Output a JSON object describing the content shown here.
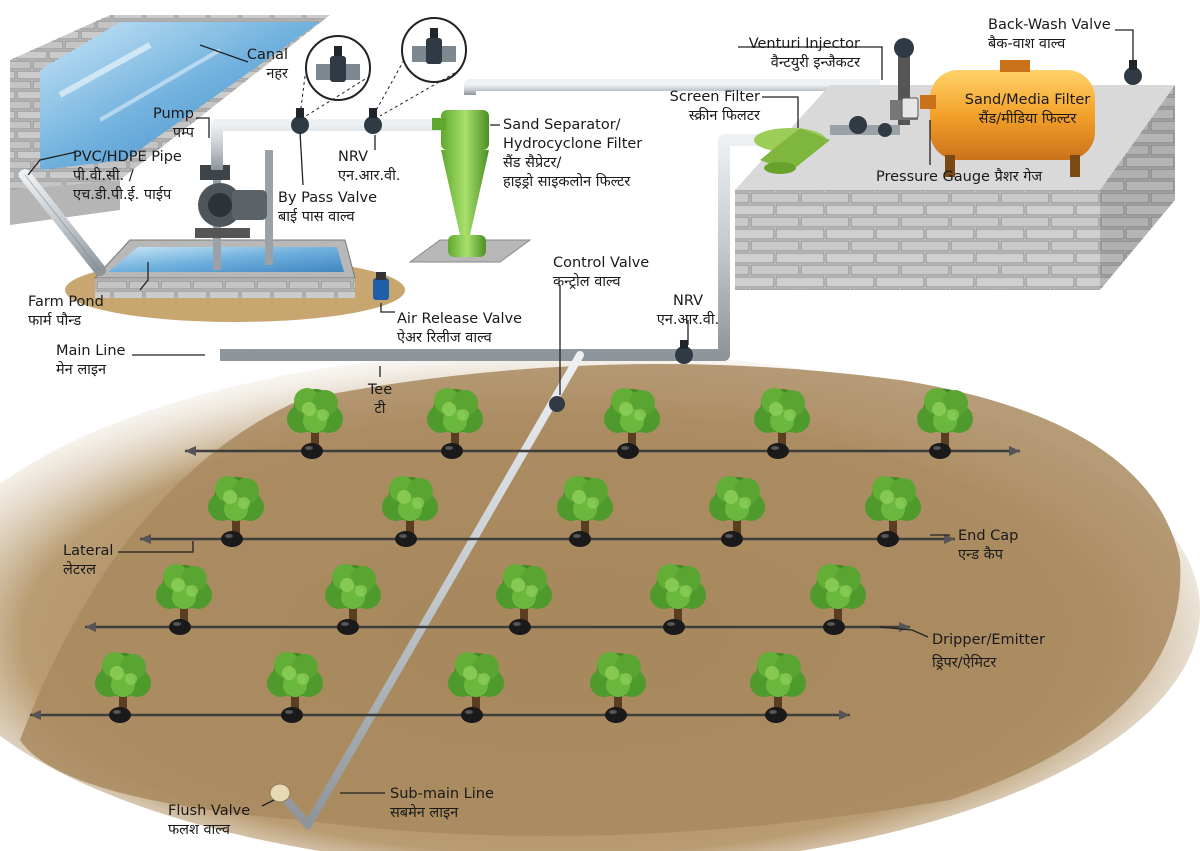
{
  "colors": {
    "soil": "#b5976a",
    "soil_dark": "#8f7048",
    "pipe": "#c7cdd2",
    "pipe_edge": "#7f8890",
    "water": "#7ab7e0",
    "wall": "#d4d4d4",
    "filter_orange": "#f0a22c",
    "hydrocyclone": "#8fcf55",
    "leaf": "#4f9a2c"
  },
  "labels": {
    "canal": {
      "en": "Canal",
      "hi": "नहर"
    },
    "pump": {
      "en": "Pump",
      "hi": "पम्प"
    },
    "pvc_pipe": {
      "en": "PVC/HDPE Pipe",
      "hi1": "पी.वी.सी. /",
      "hi2": "एच.डी.पी.ई. पाईप"
    },
    "by_pass_valve": {
      "en": "By Pass Valve",
      "hi": "बाई पास वाल्व"
    },
    "nrv_top": {
      "en": "NRV",
      "hi": "एन.आर.वी."
    },
    "sand_separator": {
      "en1": "Sand Separator/",
      "en2": "Hydrocyclone Filter",
      "hi1": "सैंड सैप्रेटर/",
      "hi2": "हाइड्रो साइकलोन फिल्टर"
    },
    "venturi": {
      "en": "Venturi Injector",
      "hi": "वैन्टयुरी इन्जैकटर"
    },
    "back_wash": {
      "en": "Back-Wash Valve",
      "hi": "बैक-वाश वाल्व"
    },
    "screen_filter": {
      "en": "Screen Filter",
      "hi": "स्क्रीन फिलटर"
    },
    "sand_media": {
      "en": "Sand/Media Filter",
      "hi": "सैंड/मीडिया फिल्टर"
    },
    "pressure_gauge": {
      "en": "Pressure Gauge",
      "hi": "प्रैशर गेज"
    },
    "farm_pond": {
      "en": "Farm Pond",
      "hi": "फार्म पौन्ड"
    },
    "air_release": {
      "en": "Air Release Valve",
      "hi": "ऐअर रिलीज वाल्व"
    },
    "control_valve": {
      "en": "Control Valve",
      "hi": "कन्ट्रोल वाल्व"
    },
    "nrv_bottom": {
      "en": "NRV",
      "hi": "एन.आर.वी."
    },
    "main_line": {
      "en": "Main Line",
      "hi": "मेन लाइन"
    },
    "tee": {
      "en": "Tee",
      "hi": "टी"
    },
    "end_cap": {
      "en": "End Cap",
      "hi": "एन्ड कैप"
    },
    "lateral": {
      "en": "Lateral",
      "hi": "लेटरल"
    },
    "dripper": {
      "en": "Dripper/Emitter",
      "hi": "ड्रिपर/ऐमिटर"
    },
    "flush_valve": {
      "en": "Flush Valve",
      "hi": "फलश वाल्व"
    },
    "sub_main": {
      "en": "Sub-main Line",
      "hi": "सबमेन लाइन"
    }
  }
}
